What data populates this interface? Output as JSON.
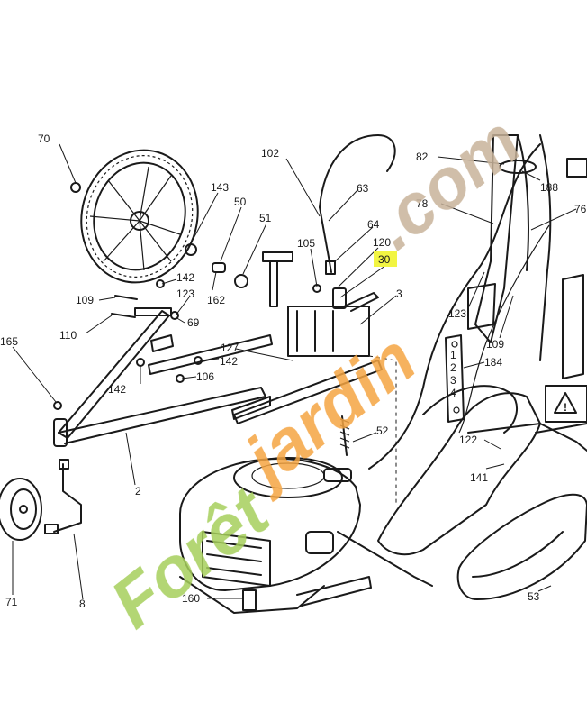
{
  "diagram": {
    "labels": [
      {
        "id": "70",
        "text": "70"
      },
      {
        "id": "143",
        "text": "143"
      },
      {
        "id": "50",
        "text": "50"
      },
      {
        "id": "51",
        "text": "51"
      },
      {
        "id": "102",
        "text": "102"
      },
      {
        "id": "63",
        "text": "63"
      },
      {
        "id": "64",
        "text": "64"
      },
      {
        "id": "105",
        "text": "105"
      },
      {
        "id": "120",
        "text": "120"
      },
      {
        "id": "30",
        "text": "30"
      },
      {
        "id": "3",
        "text": "3"
      },
      {
        "id": "82",
        "text": "82"
      },
      {
        "id": "188",
        "text": "188"
      },
      {
        "id": "78",
        "text": "78"
      },
      {
        "id": "76",
        "text": "76"
      },
      {
        "id": "142a",
        "text": "142"
      },
      {
        "id": "162",
        "text": "162"
      },
      {
        "id": "109a",
        "text": "109"
      },
      {
        "id": "123a",
        "text": "123"
      },
      {
        "id": "69",
        "text": "69"
      },
      {
        "id": "110",
        "text": "110"
      },
      {
        "id": "165",
        "text": "165"
      },
      {
        "id": "127",
        "text": "127"
      },
      {
        "id": "142b",
        "text": "142"
      },
      {
        "id": "106",
        "text": "106"
      },
      {
        "id": "142c",
        "text": "142"
      },
      {
        "id": "123b",
        "text": "123"
      },
      {
        "id": "109b",
        "text": "109"
      },
      {
        "id": "184",
        "text": "184"
      },
      {
        "id": "52",
        "text": "52"
      },
      {
        "id": "122",
        "text": "122"
      },
      {
        "id": "141",
        "text": "141"
      },
      {
        "id": "2",
        "text": "2"
      },
      {
        "id": "160",
        "text": "160"
      },
      {
        "id": "53",
        "text": "53"
      },
      {
        "id": "71",
        "text": "71"
      },
      {
        "id": "8",
        "text": "8"
      },
      {
        "id": "s1",
        "text": "1"
      },
      {
        "id": "s2",
        "text": "2"
      },
      {
        "id": "s3",
        "text": "3"
      },
      {
        "id": "s4",
        "text": "4"
      }
    ],
    "highlight_color": "#f2f542"
  },
  "watermark": {
    "text_green": "Forêt",
    "text_orange": "jardin",
    "text_tan": ".com",
    "color_green": "#a6cf5b",
    "color_orange": "#f5a441",
    "color_tan": "#c8b39a"
  }
}
